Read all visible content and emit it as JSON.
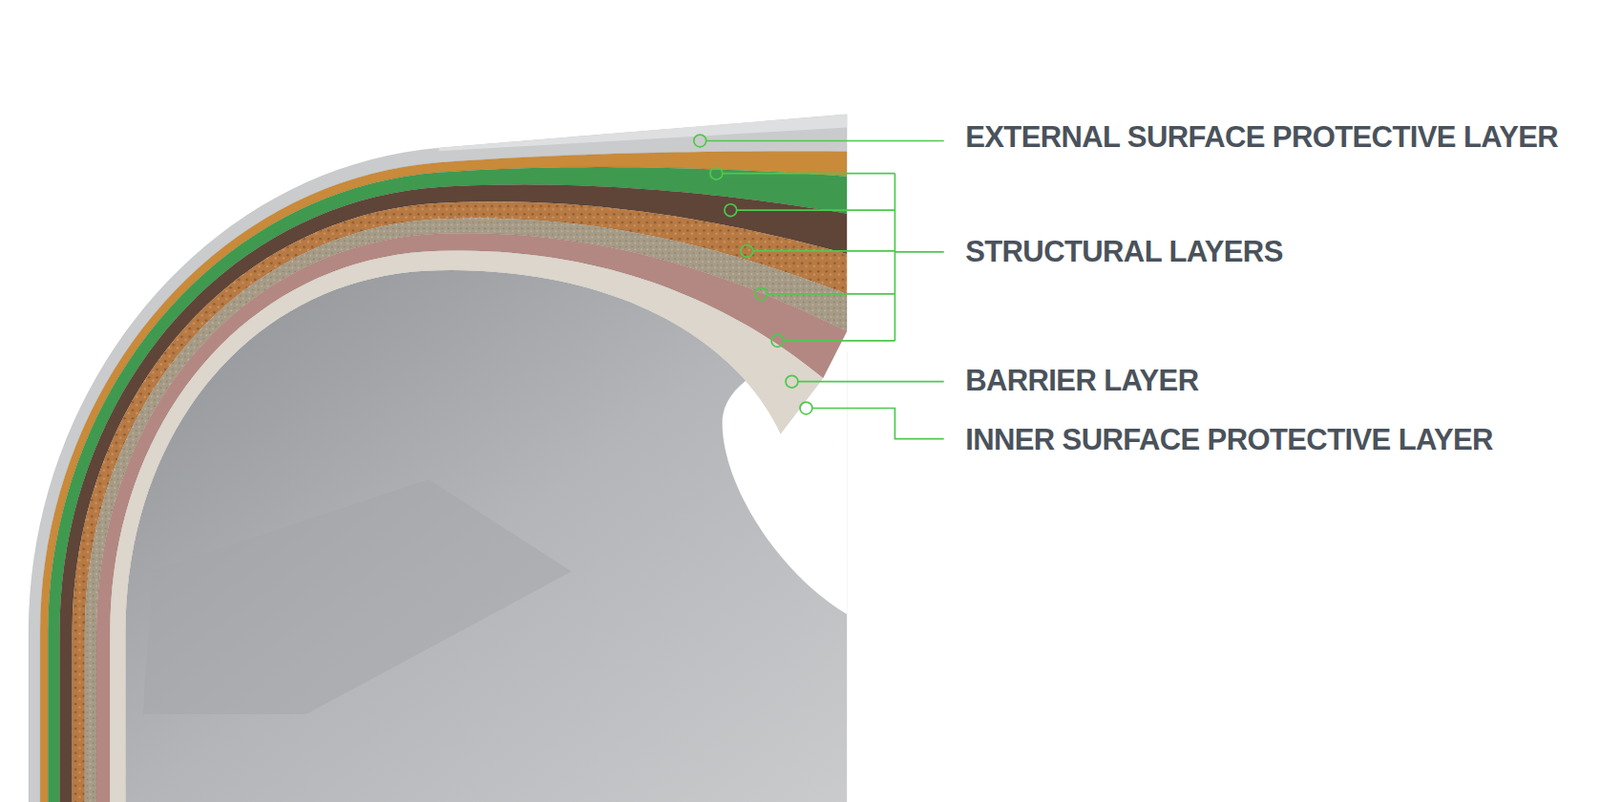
{
  "diagram": {
    "labels": [
      "EXTERNAL SURFACE PROTECTIVE LAYER",
      "STRUCTURAL LAYERS",
      "BARRIER LAYER",
      "INNER SURFACE PROTECTIVE LAYER"
    ]
  }
}
